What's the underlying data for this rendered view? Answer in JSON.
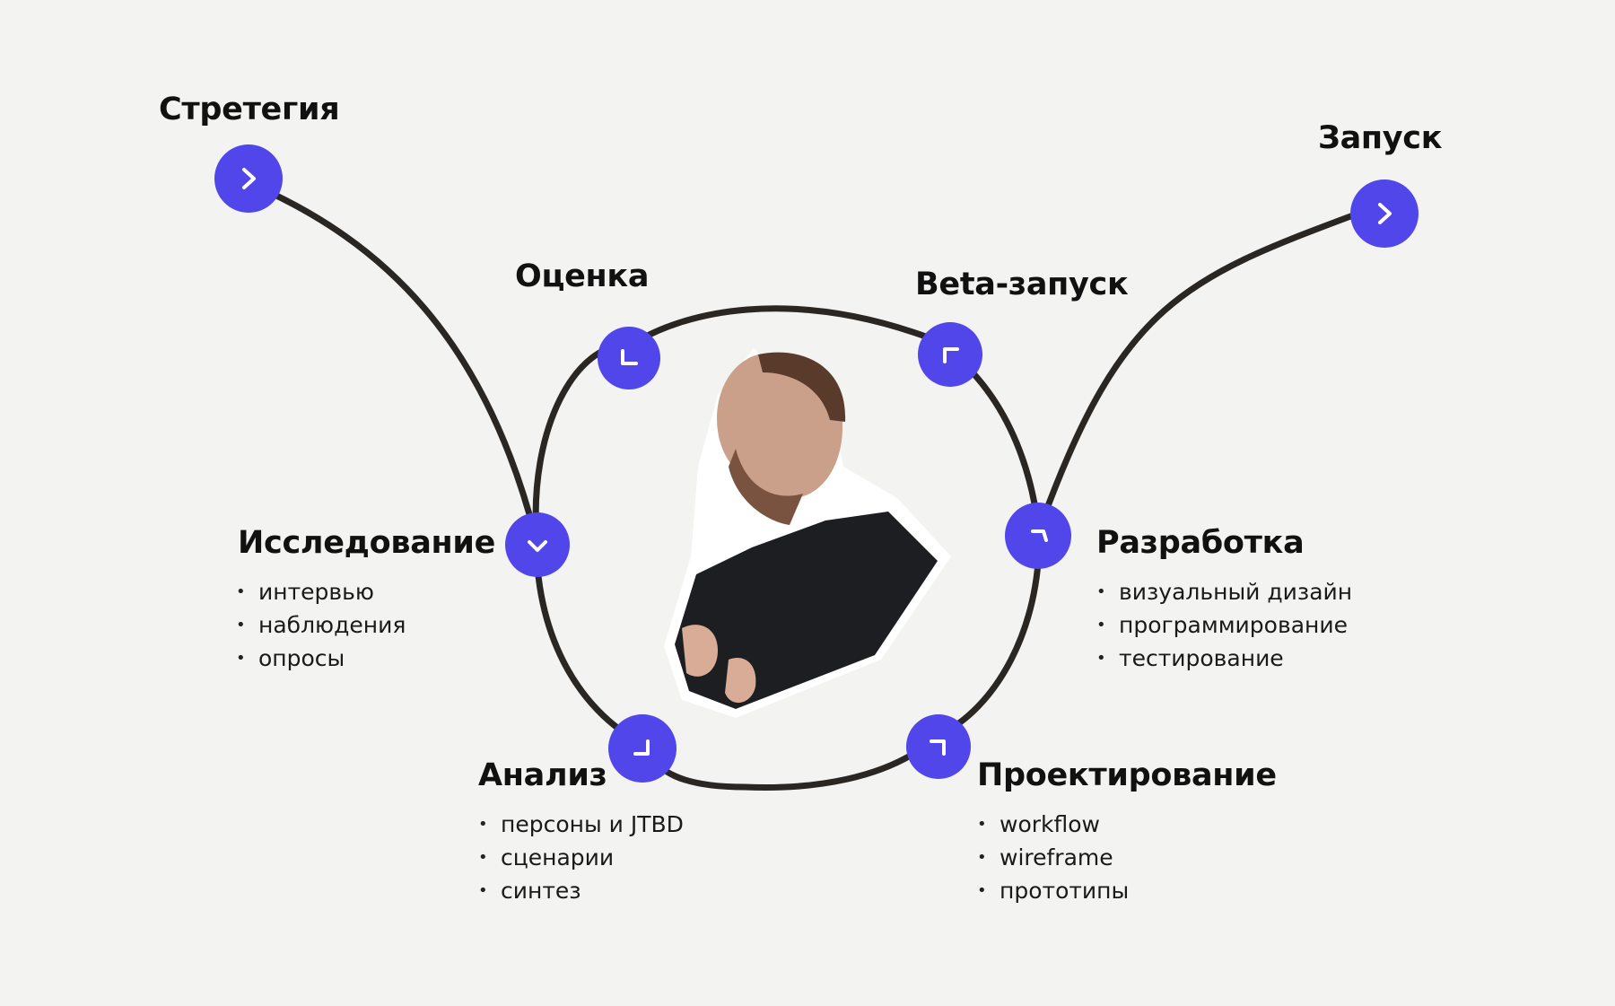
{
  "colors": {
    "accent": "#5046e9",
    "line": "#2a2622",
    "background": "#f3f3f2"
  },
  "stages": {
    "strategy": {
      "title": "Стретегия",
      "icon": "chevron-right-icon"
    },
    "research": {
      "title": "Исследование",
      "icon": "chevron-down-icon",
      "items": [
        "интервью",
        "наблюдения",
        "опросы"
      ]
    },
    "analysis": {
      "title": "Анализ",
      "icon": "corner-arrow-icon",
      "items": [
        "персоны и JTBD",
        "сценарии",
        "синтез"
      ]
    },
    "evaluation": {
      "title": "Оценка",
      "icon": "corner-arrow-icon"
    },
    "design": {
      "title": "Проектирование",
      "icon": "corner-arrow-icon",
      "items": [
        "workflow",
        "wireframe",
        "прототипы"
      ]
    },
    "development": {
      "title": "Разработка",
      "icon": "corner-arrow-icon",
      "items": [
        "визуальный дизайн",
        "программирование",
        "тестирование"
      ]
    },
    "beta": {
      "title": "Beta-запуск",
      "icon": "corner-arrow-icon"
    },
    "launch": {
      "title": "Запуск",
      "icon": "chevron-right-icon"
    }
  },
  "photo": {
    "subject": "man-in-black-jacket"
  }
}
